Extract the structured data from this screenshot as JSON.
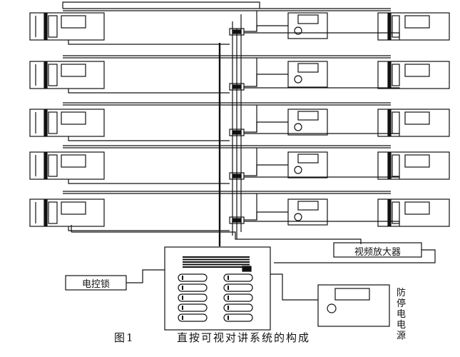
{
  "figure": {
    "caption_number": "图1",
    "caption_title": "直按可视对讲系统的构成"
  },
  "components": {
    "video_amplifier": "视频放大器",
    "electric_lock": "电控锁",
    "power_supply": "防停电电源"
  },
  "floor_count": 5,
  "panel_button_rows": 5,
  "colors": {
    "ink": "#111111",
    "paper": "#ffffff"
  }
}
